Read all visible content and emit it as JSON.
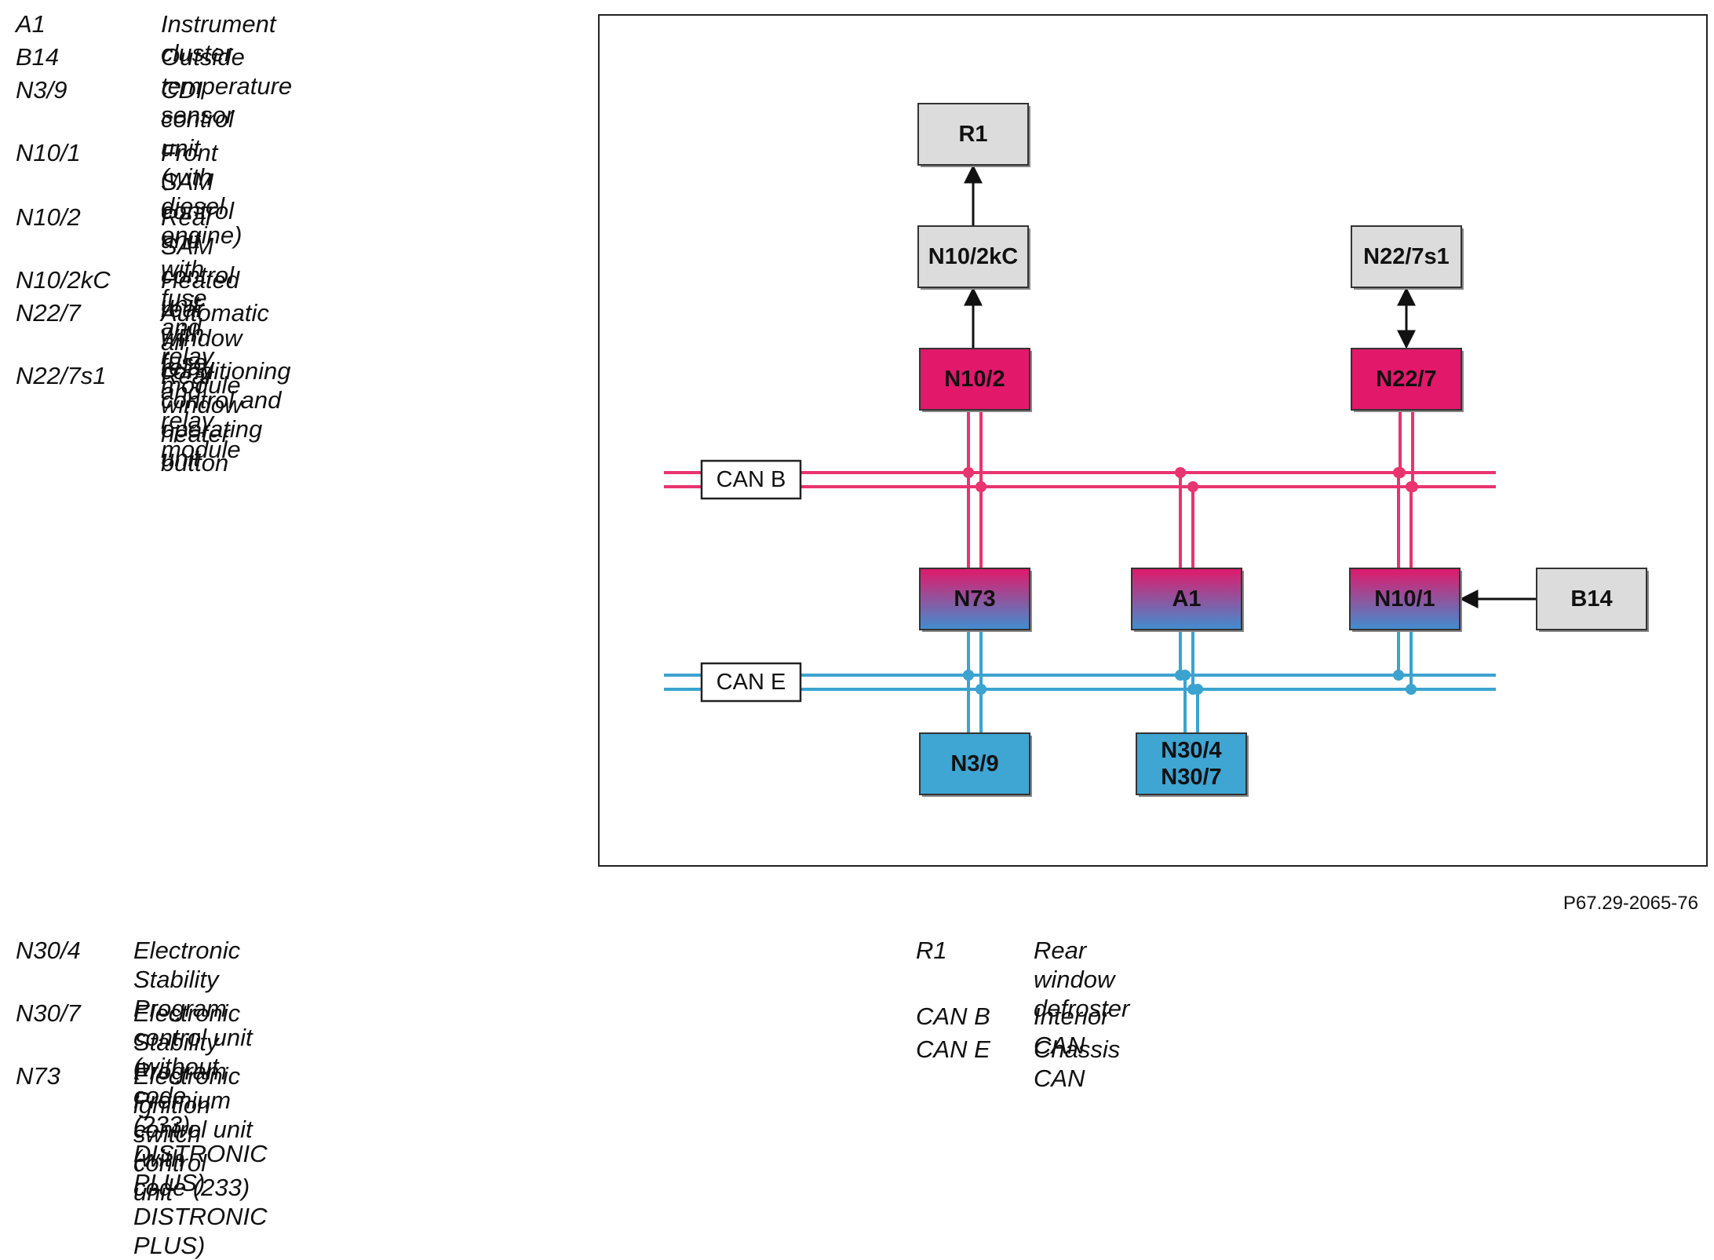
{
  "legend_top": [
    {
      "code": "A1",
      "desc": "Instrument cluster"
    },
    {
      "code": "B14",
      "desc": "Outside temperature sensor"
    },
    {
      "code": "N3/9",
      "desc": "CDI control unit (with diesel\nengine)"
    },
    {
      "code": "N10/1",
      "desc": "Front SAM control unit with fuse\nand relay module"
    },
    {
      "code": "N10/2",
      "desc": "Rear SAM control unit with fuse\nand relay module"
    },
    {
      "code": "N10/2kC",
      "desc": "Heated rear window relay"
    },
    {
      "code": "N22/7",
      "desc": "Automatic air conditioning\ncontrol and operating unit"
    },
    {
      "code": "N22/7s1",
      "desc": "Rear window heater button"
    }
  ],
  "legend_bottom_left": [
    {
      "code": "N30/4",
      "desc": "Electronic Stability Program control unit (without code\n(233) DISTRONIC PLUS)"
    },
    {
      "code": "N30/7",
      "desc": "Electronic Stability Program Premium control unit (with\ncode (233) DISTRONIC PLUS)"
    },
    {
      "code": "N73",
      "desc": "Electronic ignition switch control unit"
    }
  ],
  "legend_bottom_right": [
    {
      "code": "R1",
      "desc": "Rear window defroster"
    },
    {
      "code": "CAN B",
      "desc": "Interior CAN"
    },
    {
      "code": "CAN E",
      "desc": "Chassis CAN"
    }
  ],
  "diagram": {
    "buses": [
      {
        "id": "can-b",
        "label": "CAN B",
        "color": "#e8346f"
      },
      {
        "id": "can-e",
        "label": "CAN E",
        "color": "#3ba3d0"
      }
    ],
    "nodes": [
      {
        "id": "R1",
        "label": "R1",
        "style": "gray"
      },
      {
        "id": "N10/2kC",
        "label": "N10/2kC",
        "style": "gray"
      },
      {
        "id": "N22/7s1",
        "label": "N22/7s1",
        "style": "gray"
      },
      {
        "id": "N10/2",
        "label": "N10/2",
        "style": "red"
      },
      {
        "id": "N22/7",
        "label": "N22/7",
        "style": "red"
      },
      {
        "id": "N73",
        "label": "N73",
        "style": "gradient"
      },
      {
        "id": "A1",
        "label": "A1",
        "style": "gradient"
      },
      {
        "id": "N10/1",
        "label": "N10/1",
        "style": "gradient"
      },
      {
        "id": "B14",
        "label": "B14",
        "style": "gray"
      },
      {
        "id": "N3/9",
        "label": "N3/9",
        "style": "blue"
      },
      {
        "id": "N30/4_N30/7",
        "label": "N30/4",
        "label2": "N30/7",
        "style": "blue"
      }
    ],
    "colors": {
      "gray": "#dcdcdc",
      "red": "#e2186a",
      "blue": "#3fa5d3",
      "gradient_top": "#e2186a",
      "gradient_bottom": "#3f8fd0",
      "can_b": "#e8346f",
      "can_e": "#3ba3d0"
    }
  },
  "figure_ref": "P67.29-2065-76"
}
